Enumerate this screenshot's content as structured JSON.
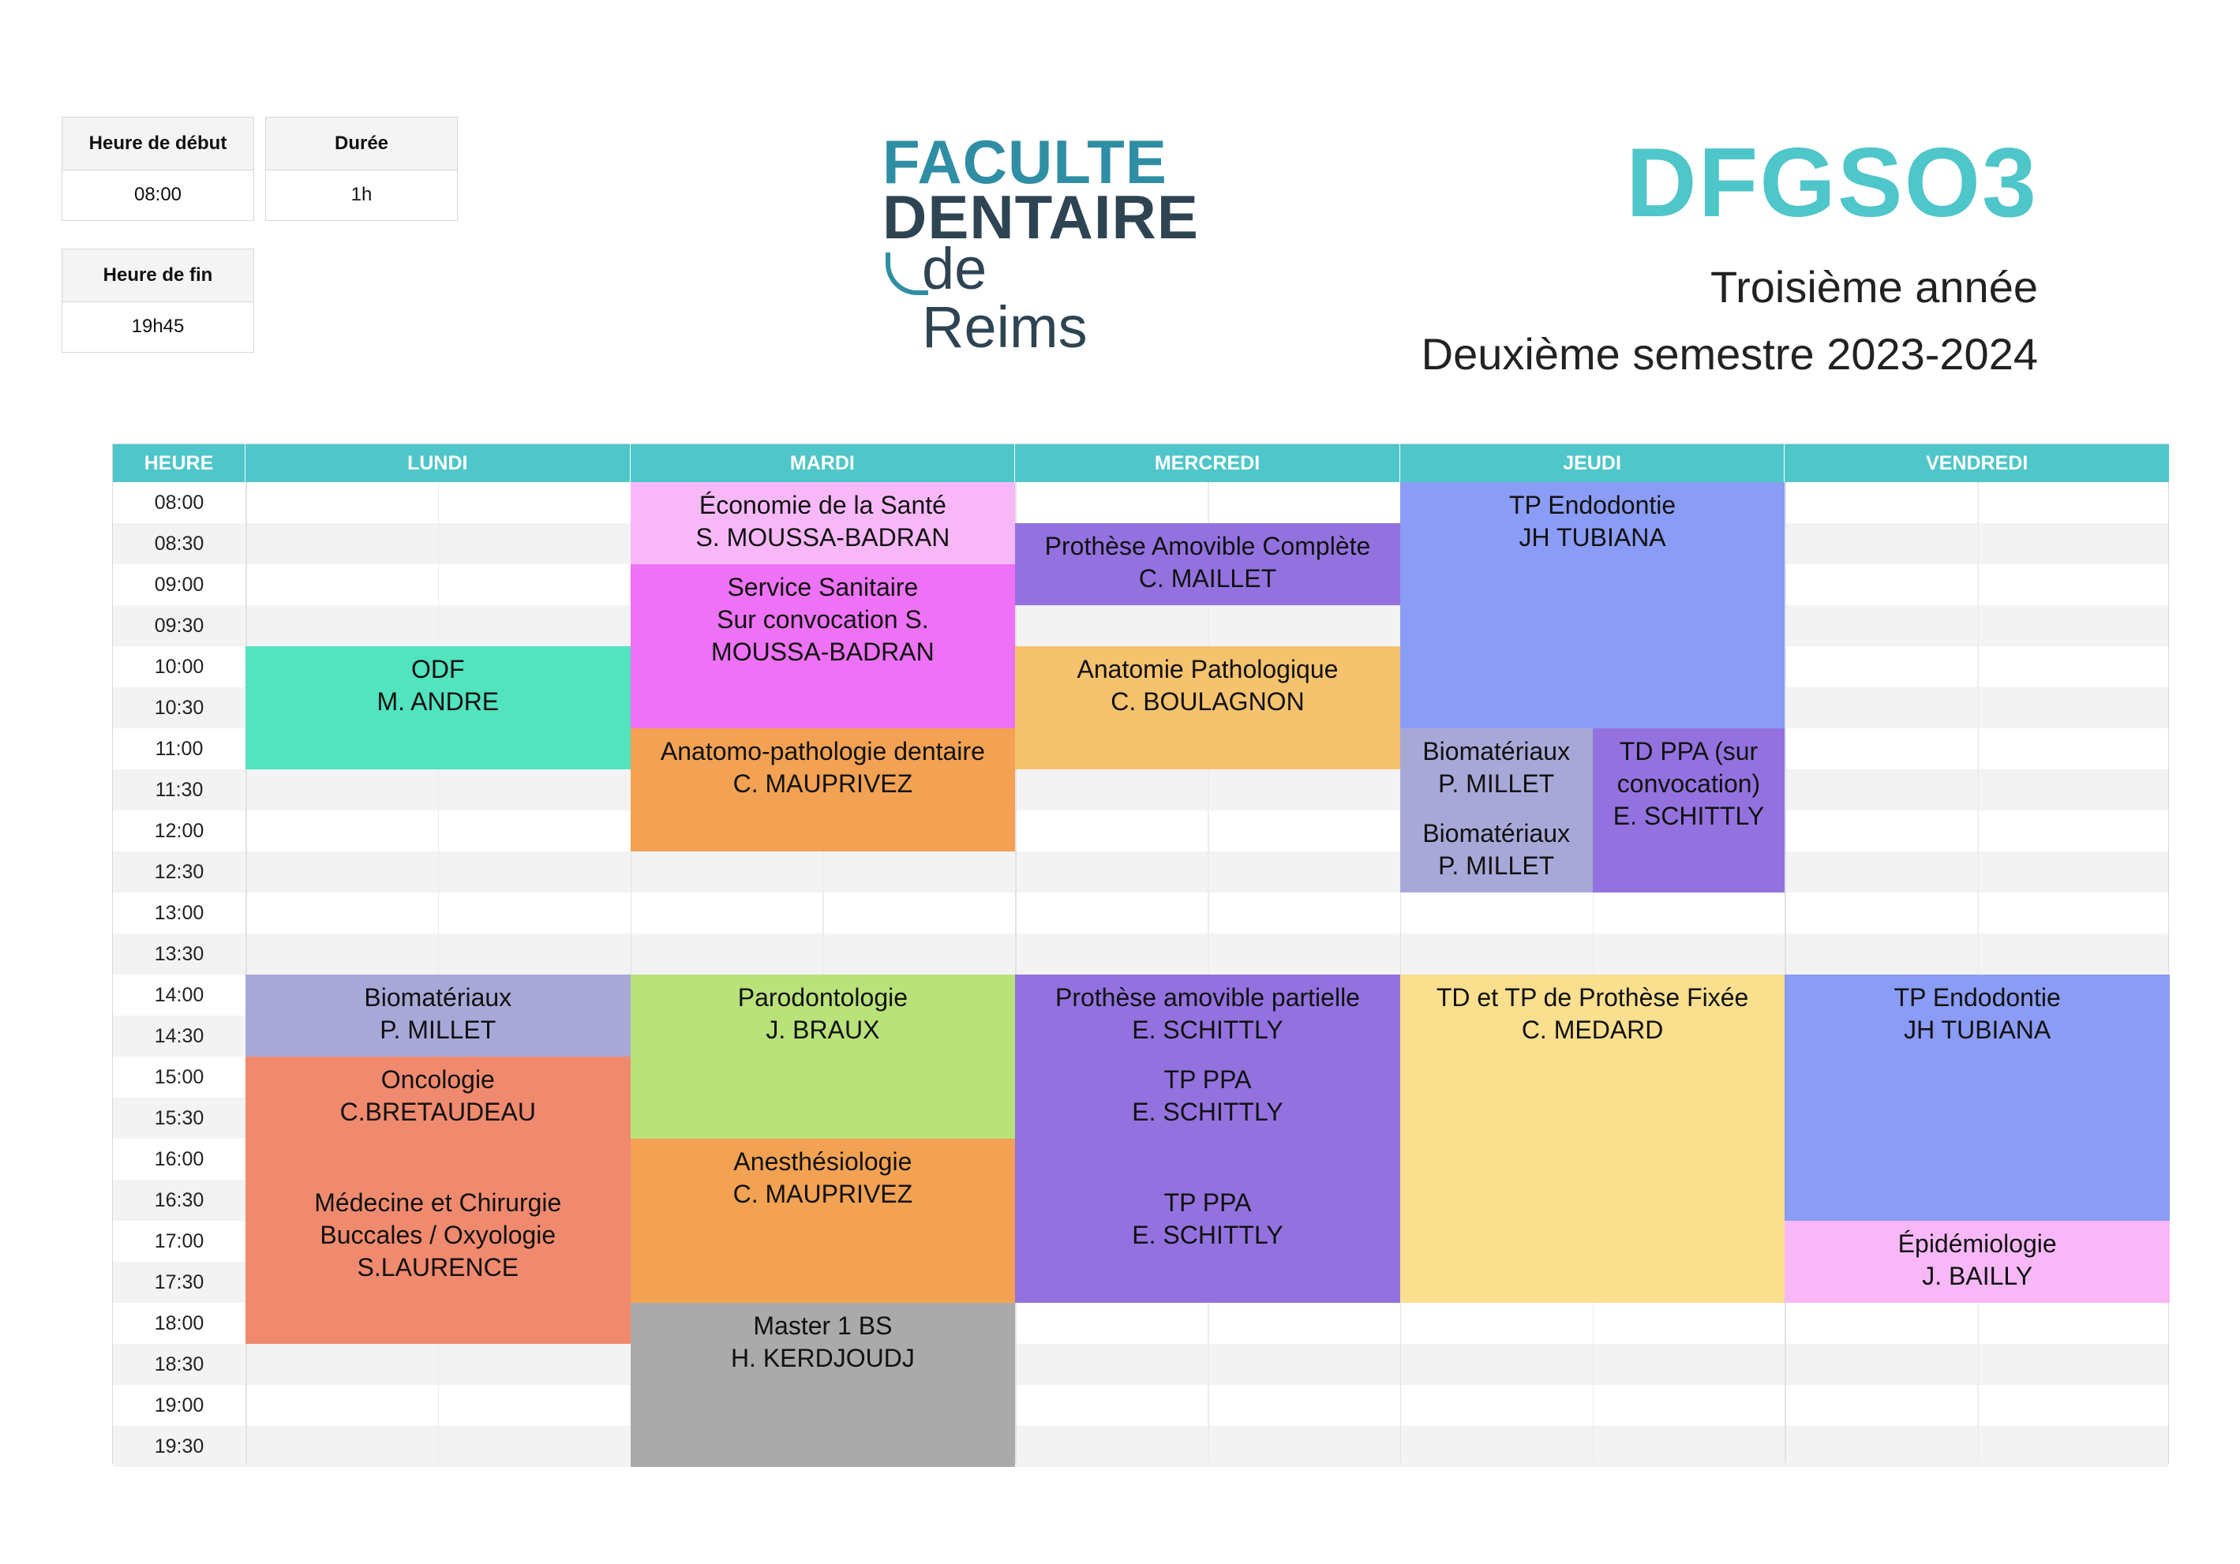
{
  "info": {
    "start_label": "Heure de début",
    "start_value": "08:00",
    "duration_label": "Durée",
    "duration_value": "1h",
    "end_label": "Heure de fin",
    "end_value": "19h45"
  },
  "logo": {
    "line1": "FACULTE",
    "line2": "DENTAIRE",
    "line3": "de Reims"
  },
  "header": {
    "title": "DFGSO3",
    "subtitle1": "Troisième année",
    "subtitle2": "Deuxième semestre 2023-2024"
  },
  "columns": {
    "time": "HEURE",
    "days": [
      "LUNDI",
      "MARDI",
      "MERCREDI",
      "JEUDI",
      "VENDREDI"
    ]
  },
  "times": [
    "08:00",
    "08:30",
    "09:00",
    "09:30",
    "10:00",
    "10:30",
    "11:00",
    "11:30",
    "12:00",
    "12:30",
    "13:00",
    "13:30",
    "14:00",
    "14:30",
    "15:00",
    "15:30",
    "16:00",
    "16:30",
    "17:00",
    "17:30",
    "18:00",
    "18:30",
    "19:00",
    "19:30"
  ],
  "colors": {
    "header_bg": "#4fc6c9",
    "title": "#4fc6c9"
  },
  "events": [
    {
      "day": 0,
      "start": "10:00",
      "end": "11:30",
      "lines": [
        "ODF",
        "M. ANDRE"
      ],
      "color": "#52e3bf"
    },
    {
      "day": 0,
      "start": "14:00",
      "end": "15:00",
      "lines": [
        "Biomatériaux",
        "P. MILLET"
      ],
      "color": "#a8a8d8"
    },
    {
      "day": 0,
      "start": "15:00",
      "end": "16:30",
      "lines": [
        "Oncologie",
        "C.BRETAUDEAU"
      ],
      "color": "#f08a6e"
    },
    {
      "day": 0,
      "start": "16:30",
      "end": "18:30",
      "lines": [
        "Médecine et Chirurgie",
        "Buccales / Oxyologie",
        "S.LAURENCE"
      ],
      "color": "#f08a6e"
    },
    {
      "day": 1,
      "start": "08:00",
      "end": "09:00",
      "lines": [
        "Économie de la Santé",
        "S. MOUSSA-BADRAN"
      ],
      "color": "#f8b8f8"
    },
    {
      "day": 1,
      "start": "09:00",
      "end": "11:00",
      "lines": [
        "Service Sanitaire",
        "Sur convocation        S.",
        "MOUSSA-BADRAN"
      ],
      "color": "#ee72f5"
    },
    {
      "day": 1,
      "start": "11:00",
      "end": "12:30",
      "lines": [
        "Anatomo-pathologie dentaire",
        "C. MAUPRIVEZ"
      ],
      "color": "#f2a252"
    },
    {
      "day": 1,
      "start": "14:00",
      "end": "16:00",
      "lines": [
        "Parodontologie",
        "J. BRAUX"
      ],
      "color": "#b9e27a"
    },
    {
      "day": 1,
      "start": "16:00",
      "end": "18:00",
      "lines": [
        "Anesthésiologie",
        "C. MAUPRIVEZ"
      ],
      "color": "#f2a252"
    },
    {
      "day": 1,
      "start": "18:00",
      "end": "20:00",
      "lines": [
        "Master 1 BS",
        "H. KERDJOUDJ"
      ],
      "color": "#aaaaaa"
    },
    {
      "day": 2,
      "start": "08:30",
      "end": "09:30",
      "lines": [
        "Prothèse Amovible Complète",
        "C. MAILLET"
      ],
      "color": "#9372df"
    },
    {
      "day": 2,
      "start": "10:00",
      "end": "11:30",
      "lines": [
        "Anatomie Pathologique",
        "C. BOULAGNON"
      ],
      "color": "#f5c26e"
    },
    {
      "day": 2,
      "start": "14:00",
      "end": "15:00",
      "lines": [
        "Prothèse amovible partielle",
        "E. SCHITTLY"
      ],
      "color": "#9372df"
    },
    {
      "day": 2,
      "start": "15:00",
      "end": "16:30",
      "lines": [
        "TP PPA",
        "E. SCHITTLY"
      ],
      "color": "#9372df"
    },
    {
      "day": 2,
      "start": "16:30",
      "end": "18:00",
      "lines": [
        "TP PPA",
        "E. SCHITTLY"
      ],
      "color": "#9372df"
    },
    {
      "day": 3,
      "start": "08:00",
      "end": "11:00",
      "lines": [
        "TP Endodontie",
        "JH TUBIANA"
      ],
      "color": "#8a9cf5"
    },
    {
      "day": 3,
      "start": "11:00",
      "end": "12:00",
      "half": 0,
      "lines": [
        "Biomatériaux",
        "P. MILLET"
      ],
      "color": "#a8a8d8"
    },
    {
      "day": 3,
      "start": "12:00",
      "end": "13:00",
      "half": 0,
      "lines": [
        "Biomatériaux",
        "P. MILLET"
      ],
      "color": "#a8a8d8"
    },
    {
      "day": 3,
      "start": "11:00",
      "end": "13:00",
      "half": 1,
      "lines": [
        "TD PPA (sur",
        "convocation)",
        "E. SCHITTLY"
      ],
      "color": "#9372df"
    },
    {
      "day": 3,
      "start": "14:00",
      "end": "18:00",
      "lines": [
        "TD et TP de Prothèse Fixée",
        "C. MEDARD"
      ],
      "color": "#f9df8e"
    },
    {
      "day": 4,
      "start": "14:00",
      "end": "17:00",
      "lines": [
        "TP Endodontie",
        "JH TUBIANA"
      ],
      "color": "#8a9cf5"
    },
    {
      "day": 4,
      "start": "17:00",
      "end": "18:00",
      "lines": [
        "Épidémiologie",
        "J. BAILLY"
      ],
      "color": "#f8b8f8"
    }
  ]
}
